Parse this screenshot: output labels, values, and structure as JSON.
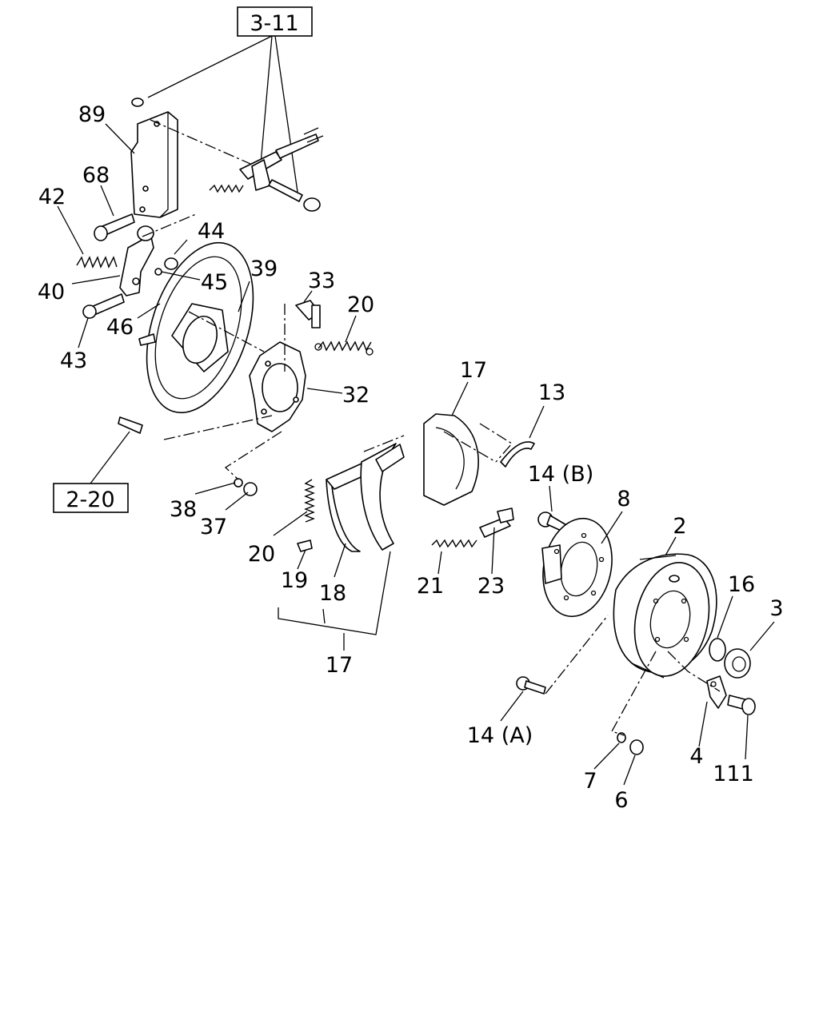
{
  "references": [
    {
      "key": "ref_3_11",
      "text": "3-11"
    },
    {
      "key": "ref_2_20",
      "text": "2-20"
    }
  ],
  "callouts": {
    "c89": "89",
    "c68": "68",
    "c42": "42",
    "c44": "44",
    "c40": "40",
    "c45": "45",
    "c39": "39",
    "c33": "33",
    "c20a": "20",
    "c46": "46",
    "c43": "43",
    "c32": "32",
    "c17a": "17",
    "c13": "13",
    "c14b": "14 (B)",
    "c8": "8",
    "c2": "2",
    "c38": "38",
    "c37": "37",
    "c20b": "20",
    "c19": "19",
    "c18": "18",
    "c21": "21",
    "c23": "23",
    "c17b": "17",
    "c16": "16",
    "c3": "3",
    "c14a": "14 (A)",
    "c4": "4",
    "c111": "111",
    "c7": "7",
    "c6": "6"
  }
}
